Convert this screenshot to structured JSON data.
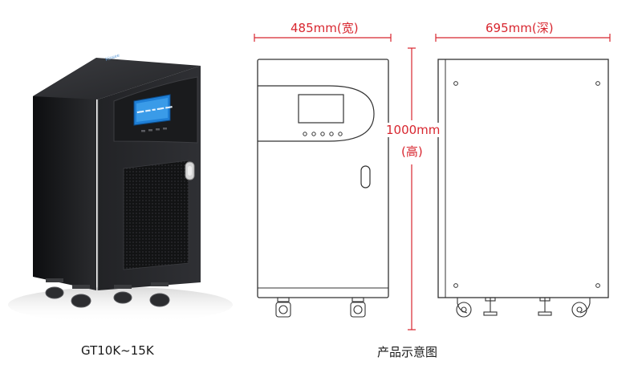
{
  "product": {
    "model_caption": "GT10K~15K",
    "brand_mark": "Kinsee",
    "screen_text": "■■■■ ■■■ ■■ ■■■■ ■■■■"
  },
  "diagram": {
    "caption": "产品示意图",
    "width_label": "485mm(宽)",
    "depth_label": "695mm(深)",
    "height_label": "1000mm",
    "height_unit_label": "(高)"
  },
  "colors": {
    "dimension_lines": "#d8262f",
    "cabinet_body": "#1b1c1e",
    "lcd_screen": "#1f7fd6",
    "drawing_lines": "#333333"
  },
  "icons": {
    "door_handle": "handle-icon",
    "caster": "caster-wheel-icon",
    "leveling_foot": "leveling-foot-icon",
    "screw": "screw-icon"
  }
}
